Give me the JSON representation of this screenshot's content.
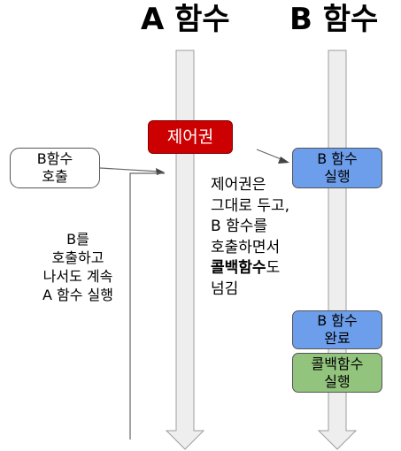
{
  "titles": {
    "a": "A 함수",
    "b": "B 함수"
  },
  "boxes": {
    "call_b": "B함수\n호출",
    "control": "제어권",
    "run_b": "B 함수\n실행",
    "done_b": "B 함수\n완료",
    "callback": "콜백함수\n실행"
  },
  "notes": {
    "left": [
      "B를",
      "호출하고",
      "나서도 계속",
      "A 함수 실행"
    ],
    "right": {
      "line1": "제어권은",
      "line2": "그대로 두고,",
      "line3": "B 함수를",
      "line4": "호출하면서",
      "line5_bold": "콜백함수",
      "line5_rest": "도",
      "line6": "넘김"
    }
  },
  "colors": {
    "arrow_fill": "#eeeeee",
    "arrow_stroke": "#9e9e9e",
    "control_fill": "#cc0000",
    "blue_fill": "#6d9eeb",
    "green_fill": "#93c47d",
    "box_stroke": "#555555"
  }
}
